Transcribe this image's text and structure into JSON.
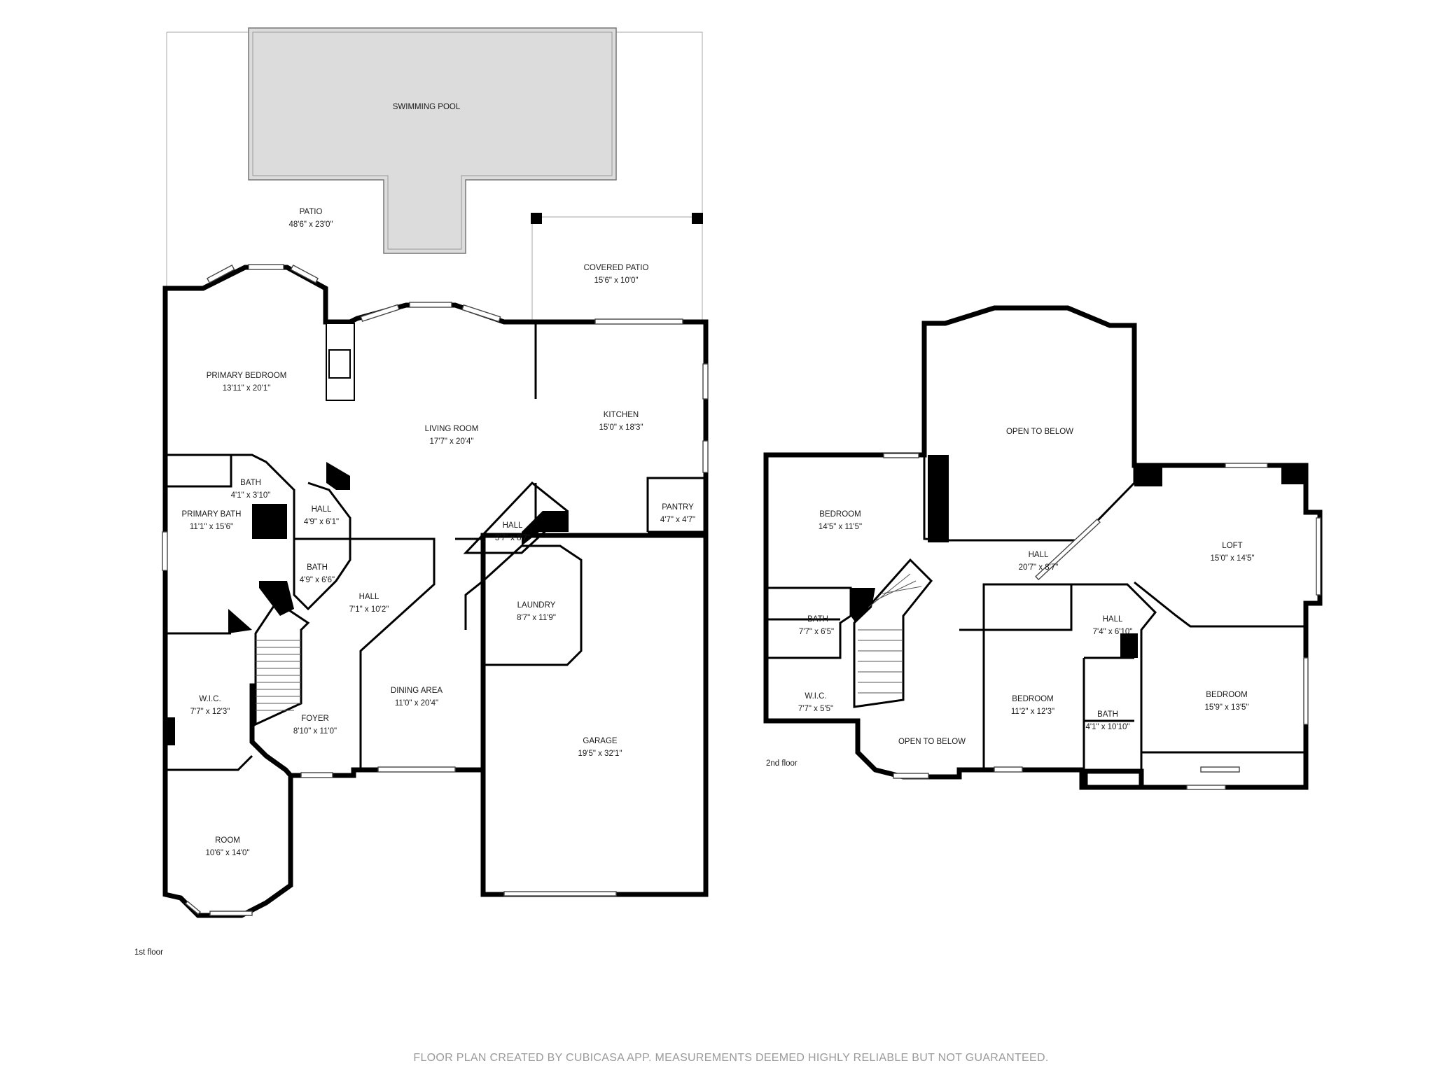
{
  "floors": [
    {
      "name": "1st floor",
      "rooms": [
        {
          "name": "SWIMMING POOL",
          "size": ""
        },
        {
          "name": "PATIO",
          "size": "48'6\" x 23'0\""
        },
        {
          "name": "COVERED PATIO",
          "size": "15'6\" x 10'0\""
        },
        {
          "name": "PRIMARY BEDROOM",
          "size": "13'11\" x 20'1\""
        },
        {
          "name": "LIVING ROOM",
          "size": "17'7\" x 20'4\""
        },
        {
          "name": "KITCHEN",
          "size": "15'0\" x 18'3\""
        },
        {
          "name": "BATH",
          "size": "4'1\" x 3'10\""
        },
        {
          "name": "HALL",
          "size": "4'9\" x 6'1\""
        },
        {
          "name": "PRIMARY BATH",
          "size": "11'1\" x 15'6\""
        },
        {
          "name": "PANTRY",
          "size": "4'7\" x 4'7\""
        },
        {
          "name": "HALL",
          "size": "3'7\" x 8'7\""
        },
        {
          "name": "BATH",
          "size": "4'9\" x 6'6\""
        },
        {
          "name": "HALL",
          "size": "7'1\" x 10'2\""
        },
        {
          "name": "LAUNDRY",
          "size": "8'7\" x 11'9\""
        },
        {
          "name": "W.I.C.",
          "size": "7'7\" x 12'3\""
        },
        {
          "name": "FOYER",
          "size": "8'10\" x 11'0\""
        },
        {
          "name": "DINING AREA",
          "size": "11'0\" x 20'4\""
        },
        {
          "name": "GARAGE",
          "size": "19'5\" x 32'1\""
        },
        {
          "name": "ROOM",
          "size": "10'6\" x 14'0\""
        }
      ]
    },
    {
      "name": "2nd floor",
      "rooms": [
        {
          "name": "OPEN TO BELOW",
          "size": ""
        },
        {
          "name": "BEDROOM",
          "size": "14'5\" x 11'5\""
        },
        {
          "name": "HALL",
          "size": "20'7\" x 8'7\""
        },
        {
          "name": "LOFT",
          "size": "15'0\" x 14'5\""
        },
        {
          "name": "BATH",
          "size": "7'7\" x 6'5\""
        },
        {
          "name": "HALL",
          "size": "7'4\" x 6'10\""
        },
        {
          "name": "W.I.C.",
          "size": "7'7\" x 5'5\""
        },
        {
          "name": "BEDROOM",
          "size": "11'2\" x 12'3\""
        },
        {
          "name": "BEDROOM",
          "size": "15'9\" x 13'5\""
        },
        {
          "name": "BATH",
          "size": "4'1\" x 10'10\""
        },
        {
          "name": "OPEN TO BELOW",
          "size": ""
        }
      ]
    }
  ],
  "footer": "FLOOR PLAN CREATED BY CUBICASA APP. MEASUREMENTS DEEMED HIGHLY RELIABLE BUT NOT GUARANTEED."
}
